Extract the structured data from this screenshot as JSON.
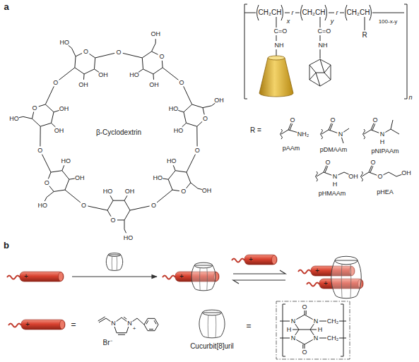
{
  "diagram": {
    "labels": [
      "a",
      "b",
      "O",
      "OH",
      "HO",
      "OH",
      "O",
      "O",
      "OH",
      "HO",
      "HO",
      "O",
      "O",
      "OH",
      "HO",
      "HO",
      "O",
      "O",
      "HO",
      "OH",
      "HO",
      "O",
      "O",
      "HO",
      "OH",
      "HO",
      "O",
      "O",
      "HO",
      "OH",
      "OH",
      "O",
      "O",
      "HO",
      "OH",
      "OH",
      "O",
      "β-Cyclodextrin",
      "CH₂CH",
      "C=O",
      "NH",
      "x",
      "r",
      "CH₂CH",
      "C=O",
      "NH",
      "y",
      "r",
      "CH₂CH",
      "R",
      "100-x-y",
      "n",
      "R =",
      "O",
      "NH₂",
      "pAAm",
      "O",
      "N",
      "pDMAAm",
      "O",
      "N",
      "H",
      "pNIPAAm",
      "O",
      "N",
      "H",
      "OH",
      "pHMAAm",
      "O",
      "O",
      "OH",
      "pHEA",
      "+",
      "+",
      "+",
      "+",
      "+",
      "+",
      "=",
      "N",
      "N",
      "+",
      "Br⁻",
      "Cucurbit[8]uril",
      "=",
      "O",
      "N",
      "N",
      "H",
      "H",
      "N",
      "N",
      "CH₂",
      "CH₂",
      "O"
    ]
  }
}
